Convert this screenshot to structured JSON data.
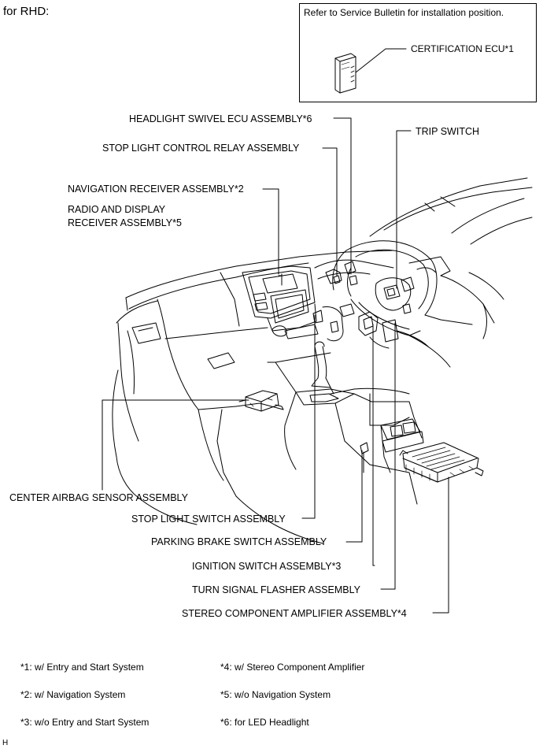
{
  "header": {
    "title": "for RHD:"
  },
  "inset": {
    "note": "Refer to Service Bulletin for installation position.",
    "part_label": "CERTIFICATION ECU*1"
  },
  "labels": {
    "headlight_swivel": "HEADLIGHT SWIVEL ECU ASSEMBLY*6",
    "trip_switch": "TRIP SWITCH",
    "stop_light_relay": "STOP LIGHT CONTROL RELAY ASSEMBLY",
    "nav_receiver": "NAVIGATION RECEIVER ASSEMBLY*2",
    "radio_display_line1": "RADIO AND DISPLAY",
    "radio_display_line2": "RECEIVER ASSEMBLY*5",
    "center_airbag": "CENTER AIRBAG SENSOR ASSEMBLY",
    "stop_light_switch": "STOP LIGHT SWITCH ASSEMBLY",
    "parking_brake": "PARKING BRAKE SWITCH ASSEMBLY",
    "ignition_switch": "IGNITION SWITCH ASSEMBLY*3",
    "turn_signal": "TURN SIGNAL FLASHER ASSEMBLY",
    "stereo_amp": "STEREO COMPONENT AMPLIFIER ASSEMBLY*4"
  },
  "footnotes": [
    "*1: w/ Entry and Start System",
    "*2: w/ Navigation System",
    "*3: w/o Entry and Start System",
    "*4: w/ Stereo Component Amplifier",
    "*5: w/o Navigation System",
    "*6: for LED Headlight"
  ],
  "corner_mark": "H"
}
